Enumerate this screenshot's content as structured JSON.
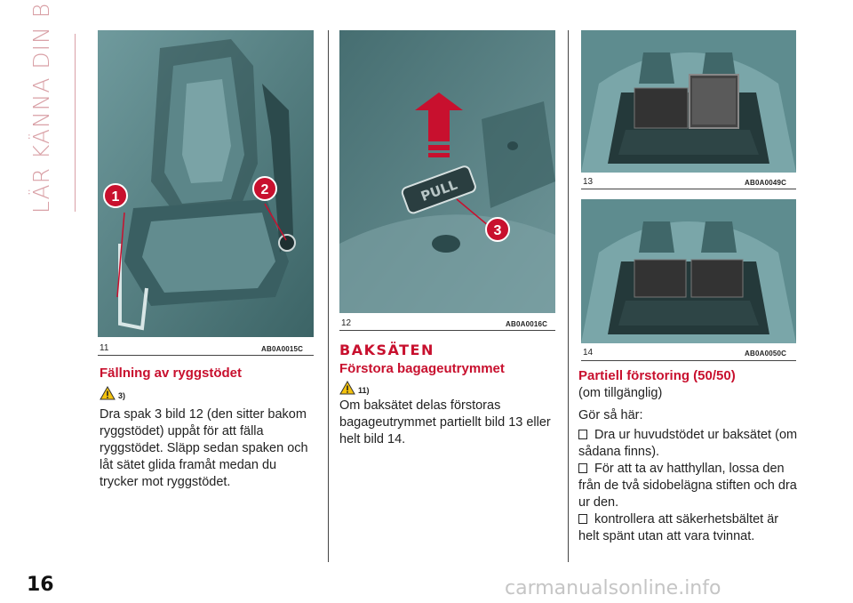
{
  "side_title": "LÄR KÄNNA DIN BIL",
  "page_number": "16",
  "watermark": "carmanualsonline.info",
  "figures": [
    {
      "num": "11",
      "code": "AB0A0015C",
      "callouts": [
        "1",
        "2"
      ]
    },
    {
      "num": "12",
      "code": "AB0A0016C",
      "callouts": [
        "3"
      ],
      "pull_label": "PULL"
    },
    {
      "num": "13",
      "code": "AB0A0049C"
    },
    {
      "num": "14",
      "code": "AB0A0050C"
    }
  ],
  "col1": {
    "heading": "Fällning av ryggstödet",
    "warn_ref": "3)",
    "text": "Dra spak 3 bild 12 (den sitter bakom ryggstödet) uppåt för att fälla ryggstödet. Släpp sedan spaken och låt sätet glida framåt medan du trycker mot ryggstödet."
  },
  "col2": {
    "section": "BAKSÄTEN",
    "heading": "Förstora bagageutrymmet",
    "warn_ref": "11)",
    "text": "Om baksätet delas förstoras bagageutrymmet partiellt bild 13 eller helt bild 14."
  },
  "col3": {
    "heading": "Partiell förstoring (50/50)",
    "subheading": "(om tillgänglig)",
    "intro": "Gör så här:",
    "bullets": [
      "Dra ur huvudstödet ur baksätet (om sådana finns).",
      "För att ta av hatthyllan, lossa den från de två sidobelägna stiften och dra ur den.",
      "kontrollera att säkerhetsbältet är helt spänt utan att vara tvinnat."
    ]
  },
  "colors": {
    "accent_red": "#c8102e",
    "figure_teal": "#4f7d80",
    "side_pink": "#d9a0a6"
  }
}
